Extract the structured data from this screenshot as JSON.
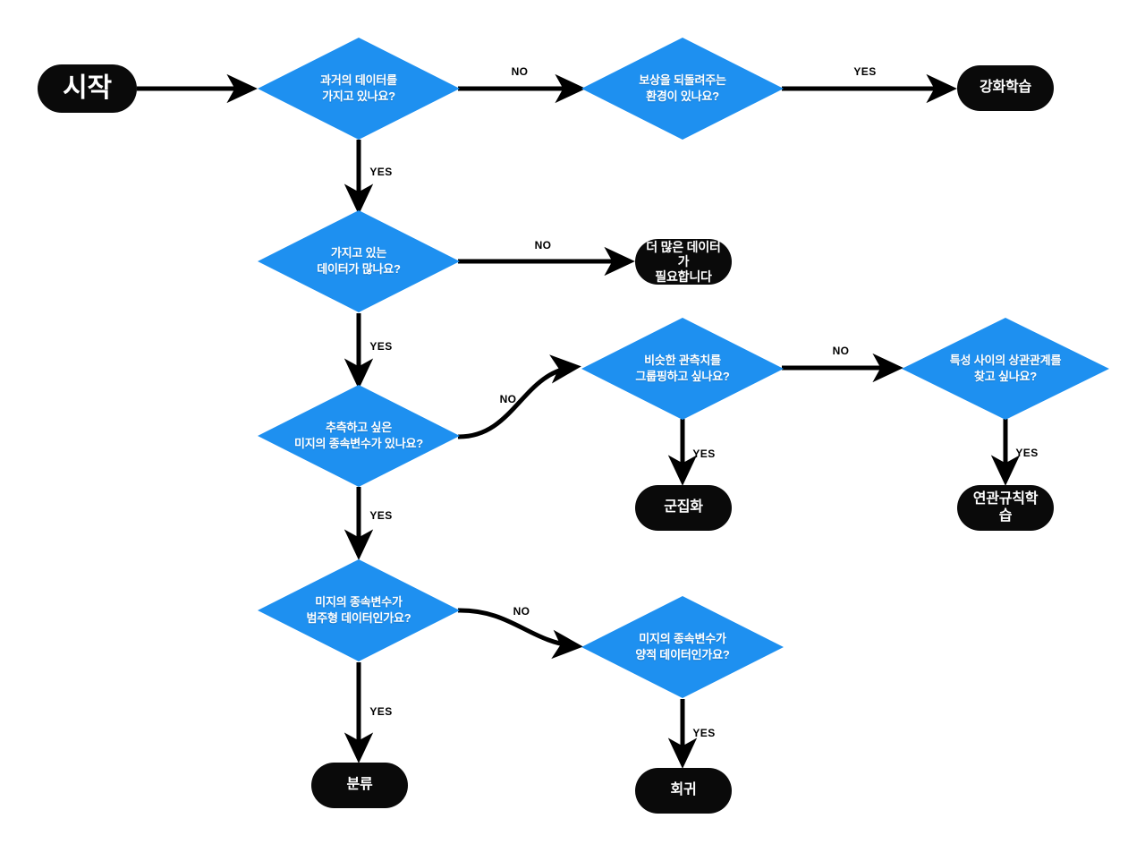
{
  "diagram": {
    "title": "Machine Learning Algorithm Selection Flowchart",
    "colors": {
      "decision_fill": "#1e90f0",
      "terminal_fill": "#0a0a0a",
      "terminal_text": "#ffffff",
      "edge": "#000000",
      "background": "#ffffff"
    },
    "start": {
      "label": "시작"
    },
    "decisions": [
      {
        "id": "d1",
        "label": "과거의 데이터를\n가지고 있나요?"
      },
      {
        "id": "d2",
        "label": "보상을 되돌려주는\n환경이 있나요?"
      },
      {
        "id": "d3",
        "label": "가지고 있는\n데이터가 많나요?"
      },
      {
        "id": "d4",
        "label": "추측하고 싶은\n미지의 종속변수가 있나요?"
      },
      {
        "id": "d5",
        "label": "비슷한 관측치를\n그룹핑하고 싶나요?"
      },
      {
        "id": "d6",
        "label": "특성 사이의 상관관계를\n찾고 싶나요?"
      },
      {
        "id": "d7",
        "label": "미지의 종속변수가\n범주형 데이터인가요?"
      },
      {
        "id": "d8",
        "label": "미지의 종속변수가\n양적 데이터인가요?"
      }
    ],
    "terminals": [
      {
        "id": "t1",
        "label": "강화학습"
      },
      {
        "id": "t2",
        "label": "더 많은 데이터가\n필요합니다"
      },
      {
        "id": "t3",
        "label": "군집화"
      },
      {
        "id": "t4",
        "label": "연관규칙학습"
      },
      {
        "id": "t5",
        "label": "분류"
      },
      {
        "id": "t6",
        "label": "회귀"
      }
    ],
    "edge_labels": {
      "d1_no": "NO",
      "d1_yes": "YES",
      "d2_yes": "YES",
      "d3_no": "NO",
      "d3_yes": "YES",
      "d4_no": "NO",
      "d4_yes": "YES",
      "d5_no": "NO",
      "d5_yes": "YES",
      "d6_yes": "YES",
      "d7_no": "NO",
      "d7_yes": "YES",
      "d8_yes": "YES"
    }
  }
}
